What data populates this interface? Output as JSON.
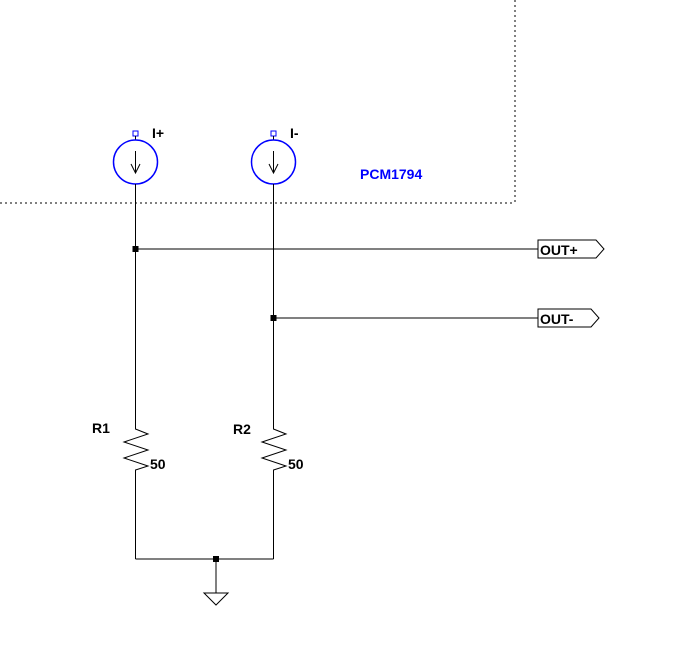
{
  "chip_label": "PCM1794",
  "sources": [
    {
      "name": "I+"
    },
    {
      "name": "I-"
    }
  ],
  "ports": [
    {
      "name": "OUT+"
    },
    {
      "name": "OUT-"
    }
  ],
  "resistors": [
    {
      "ref": "R1",
      "value": "50"
    },
    {
      "ref": "R2",
      "value": "50"
    }
  ],
  "colors": {
    "wire": "#000000",
    "boundary": "#000000",
    "chip_label": "#0000ff",
    "source_circle": "#0000ff"
  }
}
